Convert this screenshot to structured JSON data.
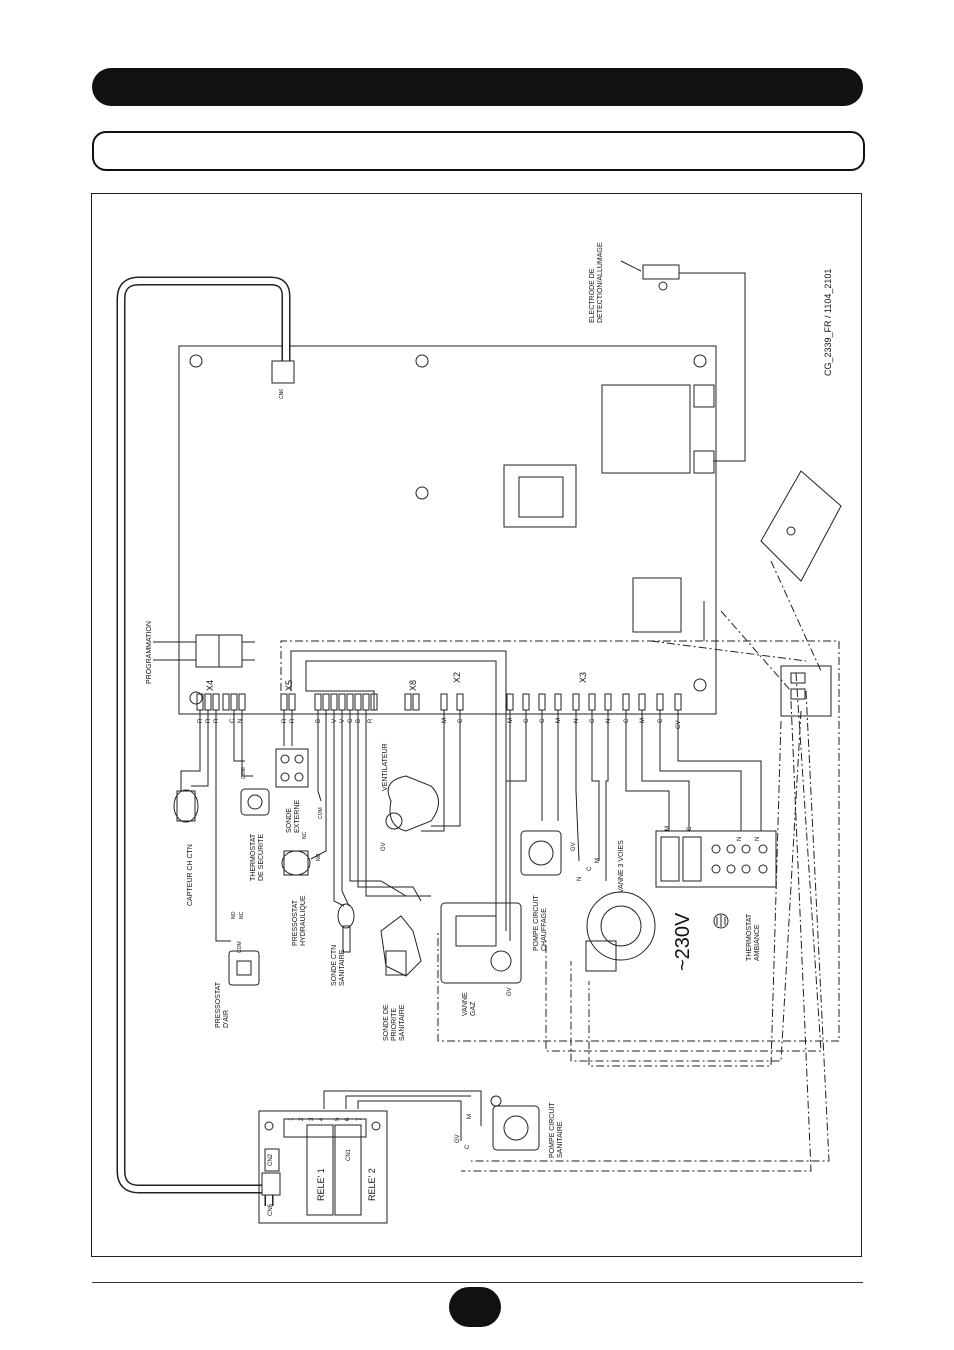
{
  "diagram": {
    "reference": "CG_2339_FR / 1104_2101",
    "board": {
      "connectors": {
        "x4": "X4",
        "x5": "X5",
        "x8": "X8",
        "x2": "X2",
        "x3": "X3",
        "cn6": "CN6",
        "cn1": "CN1",
        "cn2": "CN2"
      },
      "programming": "PROGRAMMATION",
      "pin_letters": [
        "R",
        "R",
        "R",
        "C",
        "N",
        "",
        "",
        "R",
        "R",
        "B",
        "V",
        "V",
        "C",
        "B",
        "R",
        "",
        "M",
        "C",
        "",
        "M",
        "C",
        "C",
        "M",
        "N",
        "C",
        "N",
        "C",
        "M",
        "C",
        "N",
        "GV"
      ]
    },
    "components": {
      "electrode": [
        "ELECTRODE DE",
        "DETECTION/ALLUMAGE"
      ],
      "capteur": "CAPTEUR CH CTN",
      "thermostat_securite": [
        "THERMOSTAT",
        "DE SECURITE"
      ],
      "sonde_externe": [
        "SONDE",
        "EXTERNE"
      ],
      "pressostat_hydraulique": [
        "PRESSOSTAT",
        "HYDRAULIQUE"
      ],
      "pressostat_air": [
        "PRESSOSTAT",
        "D'AIR"
      ],
      "sonde_ctn_sanitaire": [
        "SONDE CTN",
        "SANITAIRE"
      ],
      "sonde_priorite": [
        "SONDE DE",
        "PRIORITE",
        "SANITAIRE"
      ],
      "vanne_gaz": [
        "VANNE",
        "GAZ"
      ],
      "ventilateur": "VENTILATEUR",
      "pompe_chauffage": [
        "POMPE CIRCUIT",
        "CHAUFFAGE"
      ],
      "vanne_3_voies": "VANNE 3 VOIES",
      "thermostat_ambiance": [
        "THERMOSTAT",
        "AMBIANCE"
      ],
      "pompe_sanitaire": [
        "POMPE CIRCUIT",
        "SANITAIRE"
      ],
      "supply": "~230V",
      "relay1": "RELE' 1",
      "relay2": "RELE' 2"
    },
    "switch_labels": {
      "no": "NO",
      "nc": "NC",
      "com": "COM"
    },
    "wire_letters": {
      "gv": "GV",
      "m": "M",
      "c": "C",
      "n": "N"
    },
    "relay_terminals": [
      "1",
      "2",
      "3",
      "4",
      "5",
      "6",
      "7"
    ]
  }
}
